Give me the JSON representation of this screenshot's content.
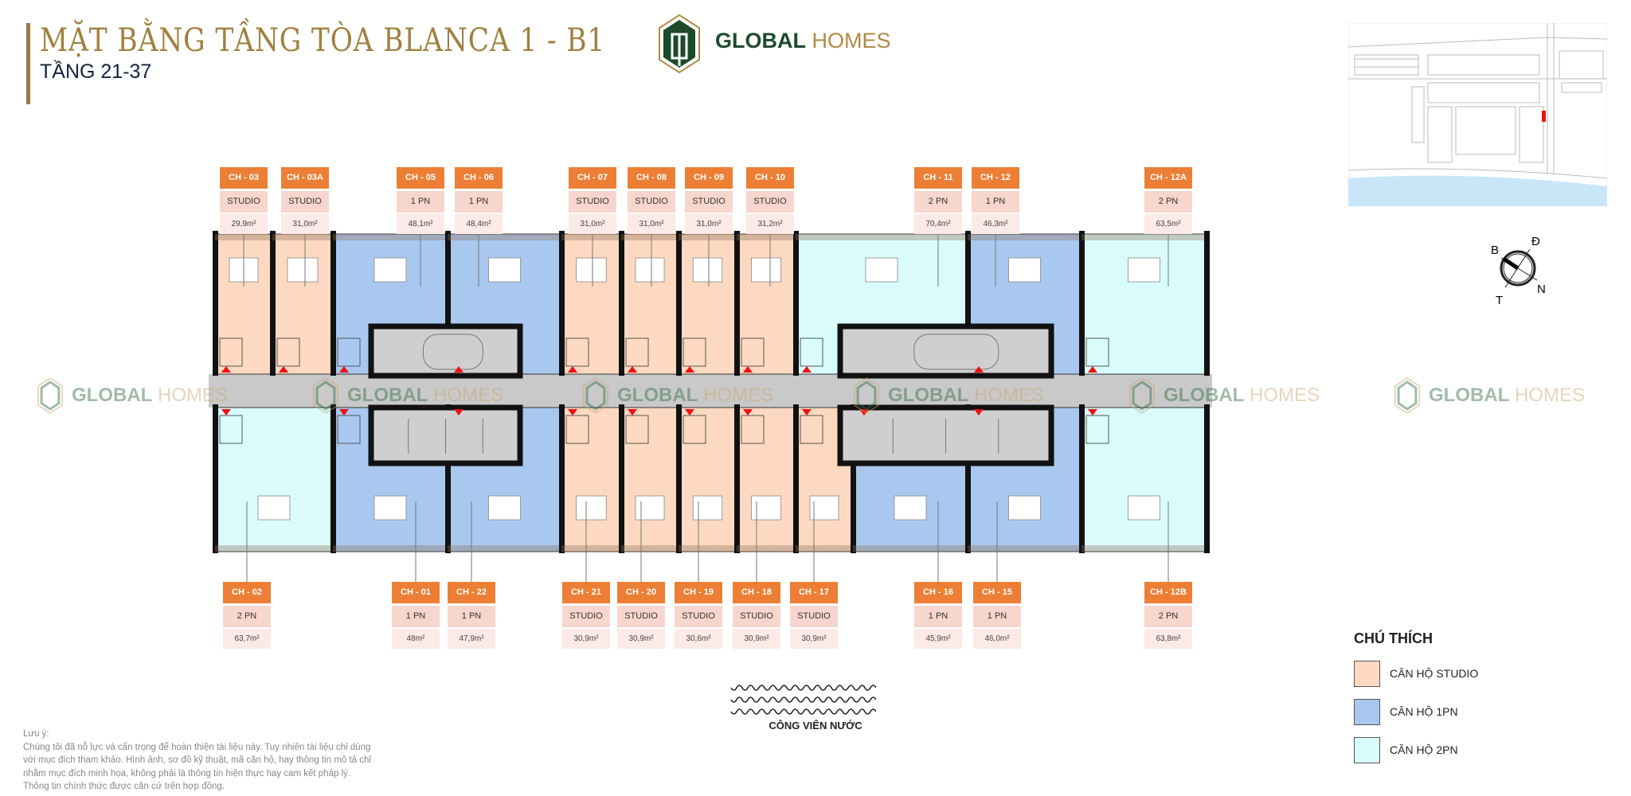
{
  "header": {
    "title": "MẶT BẰNG TẦNG TÒA BLANCA 1 - B1",
    "subtitle": "TẦNG 21-37",
    "brand_bold": "GLOBAL",
    "brand_light": "HOMES"
  },
  "colors": {
    "studio": "#fcd9c0",
    "1pn": "#a9c8ef",
    "2pn": "#d9fbfb",
    "label_orange": "#ec7f35",
    "title_gold": "#a0803f",
    "brand_green": "#1d4a2c"
  },
  "units_top": [
    {
      "code": "CH - 03",
      "type": "STUDIO",
      "area": "29,9m²"
    },
    {
      "code": "CH - 03A",
      "type": "STUDIO",
      "area": "31,0m²"
    },
    {
      "code": "CH - 05",
      "type": "1 PN",
      "area": "48,1m²"
    },
    {
      "code": "CH - 06",
      "type": "1 PN",
      "area": "48,4m²"
    },
    {
      "code": "CH - 07",
      "type": "STUDIO",
      "area": "31,0m²"
    },
    {
      "code": "CH - 08",
      "type": "STUDIO",
      "area": "31,0m²"
    },
    {
      "code": "CH - 09",
      "type": "STUDIO",
      "area": "31,0m²"
    },
    {
      "code": "CH - 10",
      "type": "STUDIO",
      "area": "31,2m²"
    },
    {
      "code": "CH - 11",
      "type": "2 PN",
      "area": "70,4m²"
    },
    {
      "code": "CH - 12",
      "type": "1 PN",
      "area": "46,3m²"
    },
    {
      "code": "CH - 12A",
      "type": "2 PN",
      "area": "63,5m²"
    }
  ],
  "units_bottom": [
    {
      "code": "CH - 02",
      "type": "2 PN",
      "area": "63,7m²"
    },
    {
      "code": "CH - 01",
      "type": "1 PN",
      "area": "48m²"
    },
    {
      "code": "CH - 22",
      "type": "1 PN",
      "area": "47,9m²"
    },
    {
      "code": "CH - 21",
      "type": "STUDIO",
      "area": "30,9m²"
    },
    {
      "code": "CH - 20",
      "type": "STUDIO",
      "area": "30,9m²"
    },
    {
      "code": "CH - 19",
      "type": "STUDIO",
      "area": "30,6m²"
    },
    {
      "code": "CH - 18",
      "type": "STUDIO",
      "area": "30,9m²"
    },
    {
      "code": "CH - 17",
      "type": "STUDIO",
      "area": "30,9m²"
    },
    {
      "code": "CH - 16",
      "type": "1 PN",
      "area": "45,9m²"
    },
    {
      "code": "CH - 15",
      "type": "1 PN",
      "area": "46,0m²"
    },
    {
      "code": "CH - 12B",
      "type": "2 PN",
      "area": "63,8m²"
    }
  ],
  "compass": {
    "north": "B",
    "east": "Đ",
    "south": "N",
    "west": "T"
  },
  "legend": {
    "title": "CHÚ THÍCH",
    "items": [
      {
        "label": "CĂN HỘ STUDIO",
        "key": "studio"
      },
      {
        "label": "CĂN HỘ 1PN",
        "key": "1pn"
      },
      {
        "label": "CĂN HỘ 2PN",
        "key": "2pn"
      }
    ]
  },
  "park_label": "CÔNG VIÊN NƯỚC",
  "note": {
    "title": "Lưu ý:",
    "lines": [
      "Chúng tôi đã nỗ lực và cẩn trọng để hoàn thiện tài liệu này. Tuy nhiên tài liệu chỉ dùng",
      "với mục đích tham khảo. Hình ảnh, sơ đồ kỹ thuật, mã căn hộ, hay thông tin mô tả chỉ",
      "nhằm mục đích minh họa, không phải là thông tin hiện thực hay cam kết pháp lý.",
      "Thông tin chính thức được căn cứ trên hợp đồng."
    ]
  }
}
